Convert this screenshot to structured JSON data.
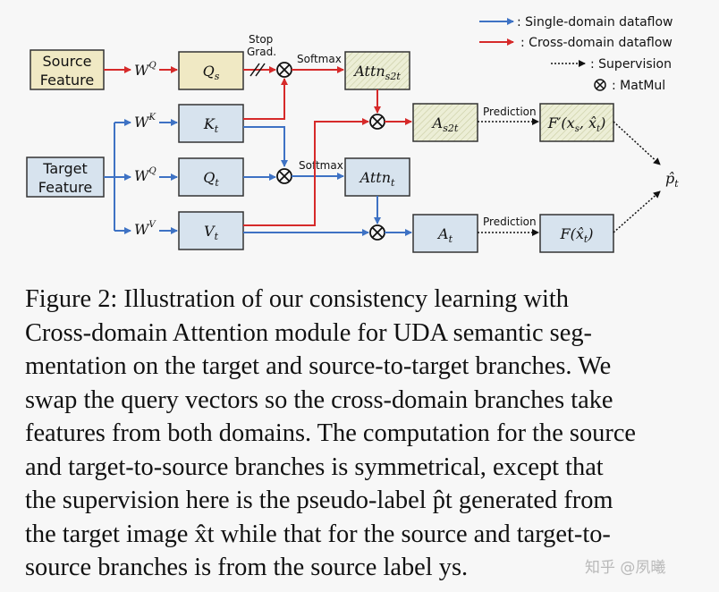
{
  "legend": {
    "single": ": Single-domain dataflow",
    "cross": ": Cross-domain dataflow",
    "supervision": ": Supervision",
    "matmul": ": MatMul"
  },
  "colors": {
    "blue": "#3e72c4",
    "red": "#d62a2a",
    "blue_box": "#d7e3ee",
    "yellow_box": "#f0e9c4"
  },
  "nodes": {
    "source_feature": [
      "Source",
      "Feature"
    ],
    "target_feature": [
      "Target",
      "Feature"
    ],
    "wq_top": "W",
    "wq_top_sup": "Q",
    "wk": "W",
    "wk_sup": "K",
    "wq_mid": "W",
    "wq_mid_sup": "Q",
    "wv": "W",
    "wv_sup": "V",
    "qs": "Q",
    "qs_sub": "s",
    "kt": "K",
    "kt_sub": "t",
    "qt": "Q",
    "qt_sub": "t",
    "vt": "V",
    "vt_sub": "t",
    "attn_s2t": "Attn",
    "attn_s2t_sub": "s2t",
    "attn_t": "Attn",
    "attn_t_sub": "t",
    "a_s2t": "A",
    "a_s2t_sub": "s2t",
    "a_t": "A",
    "a_t_sub": "t",
    "f_prime": "F′(x",
    "f_prime_rest": "s",
    "f_prime_tail": ", x̂",
    "f_prime_t": "t",
    "f_prime_close": ")",
    "f_hat": "F(x̂",
    "f_hat_sub": "t",
    "f_hat_close": ")",
    "p_hat": "p̂",
    "p_hat_sub": "t"
  },
  "labels": {
    "stop": "Stop",
    "grad": "Grad.",
    "softmax_top": "Softmax",
    "softmax_mid": "Softmax",
    "prediction_top": "Prediction",
    "prediction_bottom": "Prediction"
  },
  "caption": [
    "Figure 2:  Illustration of our consistency learning with",
    "Cross-domain Attention module for UDA semantic seg-",
    "mentation on the target and source-to-target branches. We",
    "swap the query vectors so the cross-domain branches take",
    "features from both domains. The computation for the source",
    "and target-to-source branches is symmetrical, except that",
    "the supervision here is the pseudo-label p̂t generated from",
    "the target image x̂t while that for the source and target-to-",
    "source branches is from the source label ys."
  ],
  "watermark": "知乎 @夙曦"
}
